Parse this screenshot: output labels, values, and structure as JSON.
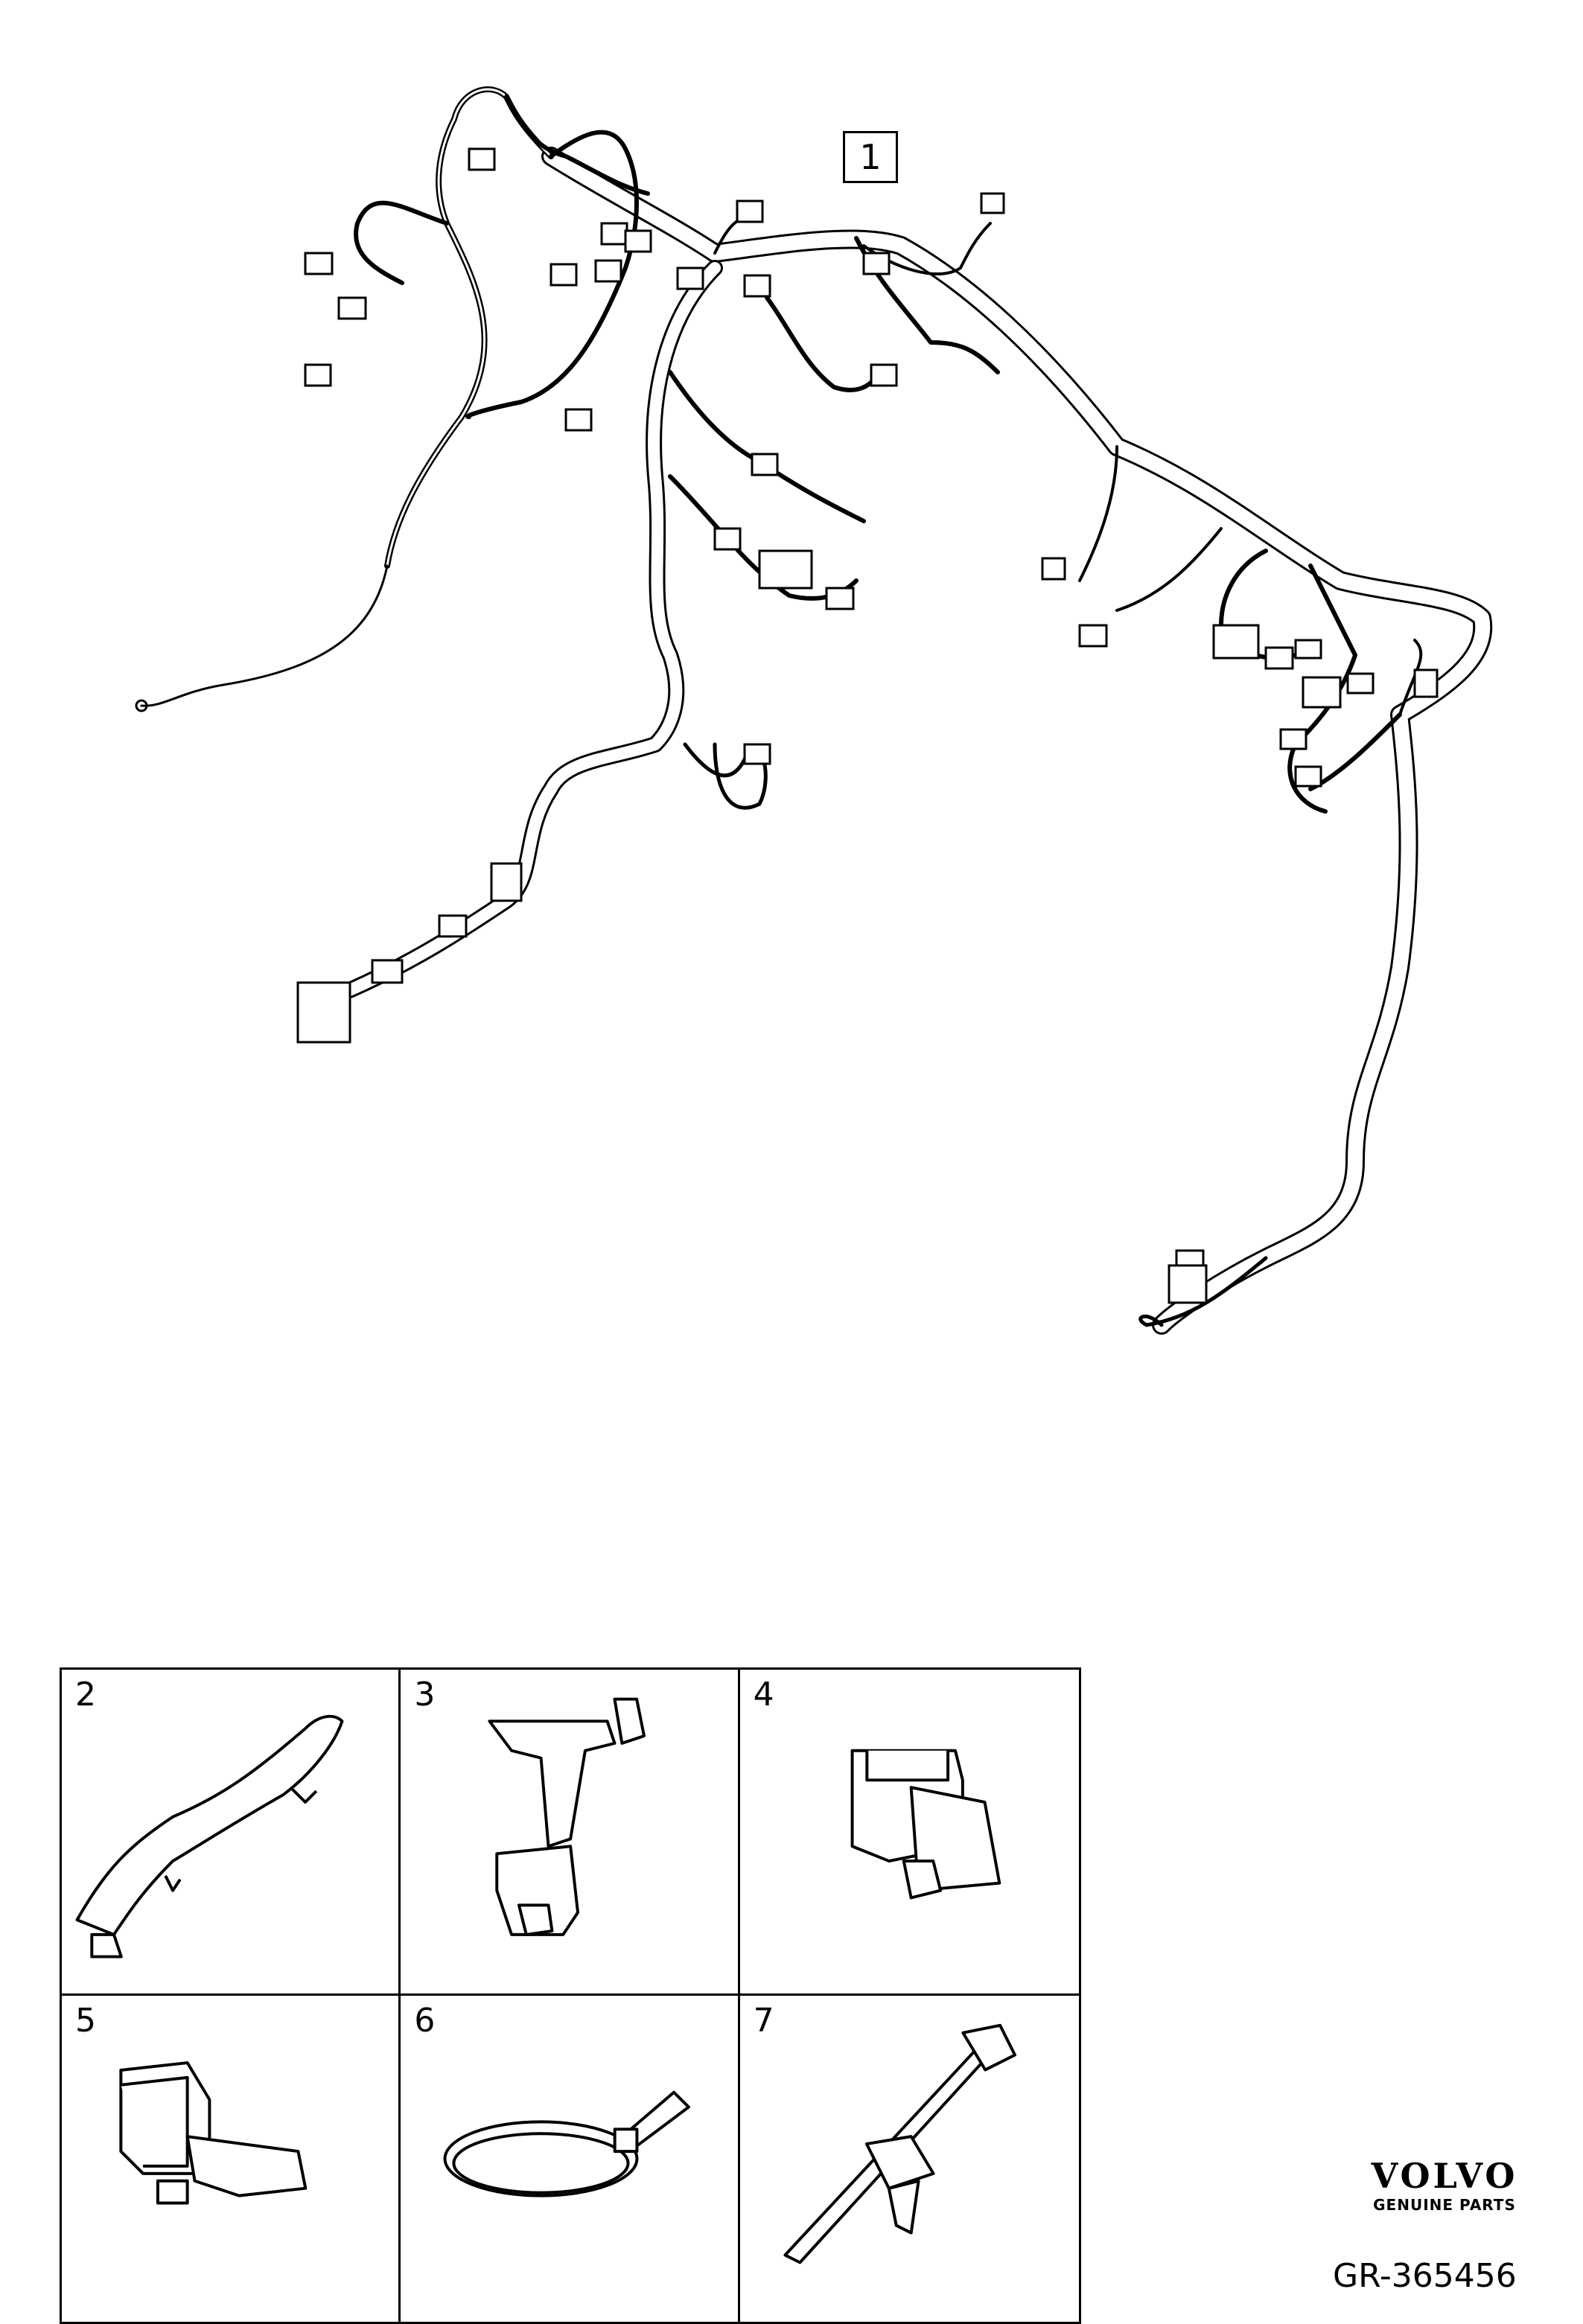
{
  "diagram": {
    "main_callout": "1",
    "parts": [
      {
        "number": "2",
        "icon": "wire-channel-icon"
      },
      {
        "number": "3",
        "icon": "bracket-icon"
      },
      {
        "number": "4",
        "icon": "connector-holder-icon"
      },
      {
        "number": "5",
        "icon": "clip-icon"
      },
      {
        "number": "6",
        "icon": "cable-tie-loop-icon"
      },
      {
        "number": "7",
        "icon": "cable-tie-mount-icon"
      }
    ]
  },
  "branding": {
    "logo_text": "VOLVO",
    "logo_subtext": "GENUINE PARTS",
    "reference": "GR-365456"
  },
  "colors": {
    "line": "#000000",
    "background": "#ffffff"
  }
}
